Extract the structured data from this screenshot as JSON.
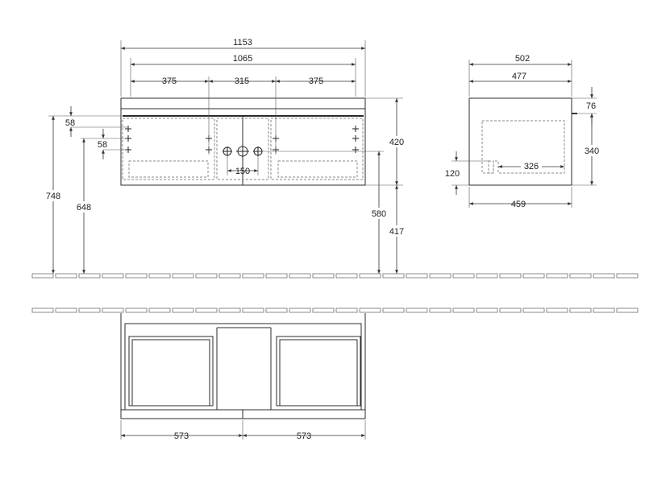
{
  "front_view": {
    "width_total": "1153",
    "width_inner": "1065",
    "left_spacing": "375",
    "center_spacing": "315",
    "right_spacing": "375",
    "hole_spacing": "150",
    "top_offset_a": "58",
    "top_offset_b": "58",
    "height_total": "748",
    "height_to_holes": "648",
    "height_cabinet": "420",
    "height_drain": "580",
    "height_floor": "417"
  },
  "side_view": {
    "depth_total": "502",
    "depth_inner": "477",
    "depth_bottom": "459",
    "top_gap": "76",
    "inner_height": "340",
    "drawer_depth": "326",
    "drawer_height": "120"
  },
  "top_view": {
    "left_width": "573",
    "right_width": "573"
  }
}
